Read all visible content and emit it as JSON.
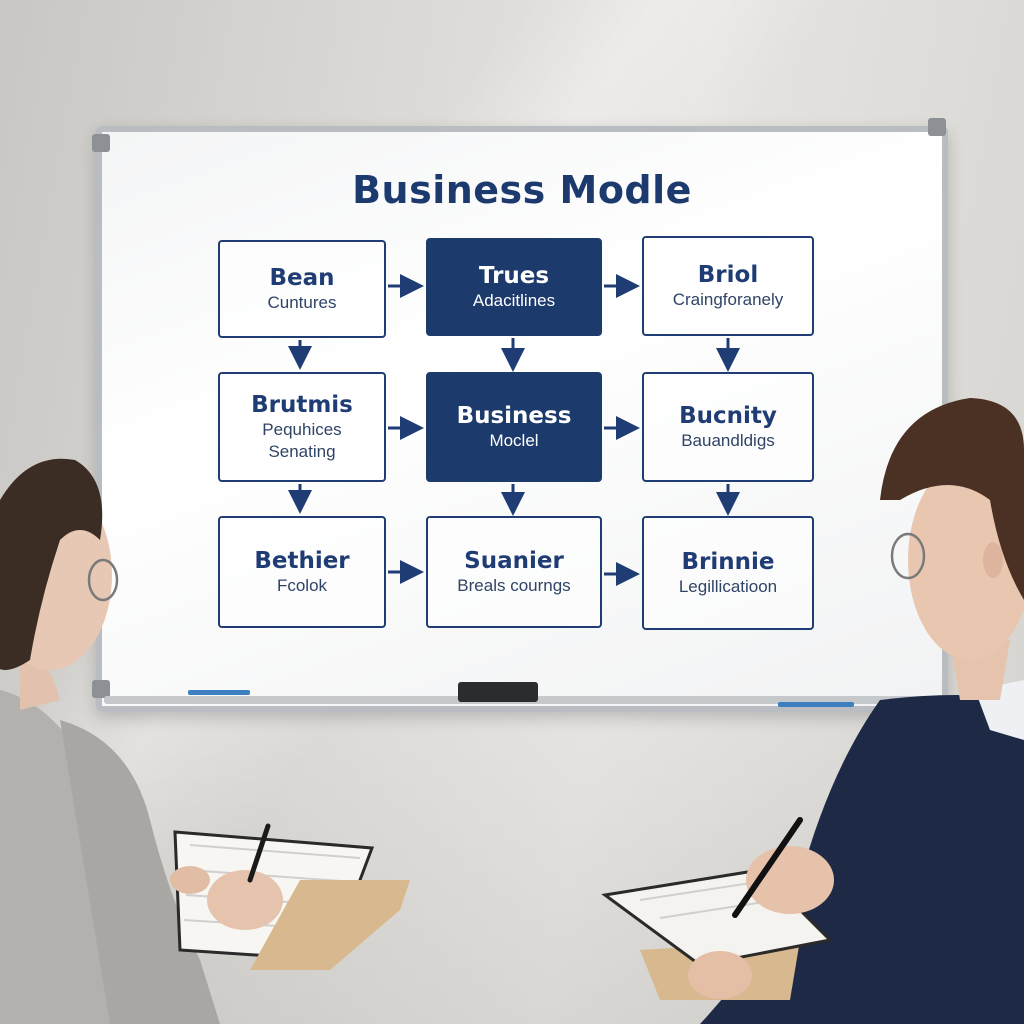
{
  "board": {
    "title": "Business Modle",
    "nodes": [
      {
        "title": "Bean",
        "sub": [
          "Cuntures"
        ],
        "dark": false
      },
      {
        "title": "Trues",
        "sub": [
          "Adacitlines"
        ],
        "dark": true
      },
      {
        "title": "Briol",
        "sub": [
          "Craingforanely"
        ],
        "dark": false
      },
      {
        "title": "Brutmis",
        "sub": [
          "Pequhices",
          "Senating"
        ],
        "dark": false
      },
      {
        "title": "Business",
        "sub": [
          "Moclel"
        ],
        "dark": true
      },
      {
        "title": "Bucnity",
        "sub": [
          "Bauandldigs"
        ],
        "dark": false
      },
      {
        "title": "Bethier",
        "sub": [
          "Fcolok"
        ],
        "dark": false
      },
      {
        "title": "Suanier",
        "sub": [
          "Breals courngs"
        ],
        "dark": false
      },
      {
        "title": "Brinnie",
        "sub": [
          "Legillicatioon"
        ],
        "dark": false
      }
    ]
  },
  "colors": {
    "ink": "#1f3d74",
    "dark_box": "#1c3a6b",
    "wall": "#dcdad6",
    "suit": "#1f2a44",
    "blazer": "#b5b3b0"
  }
}
